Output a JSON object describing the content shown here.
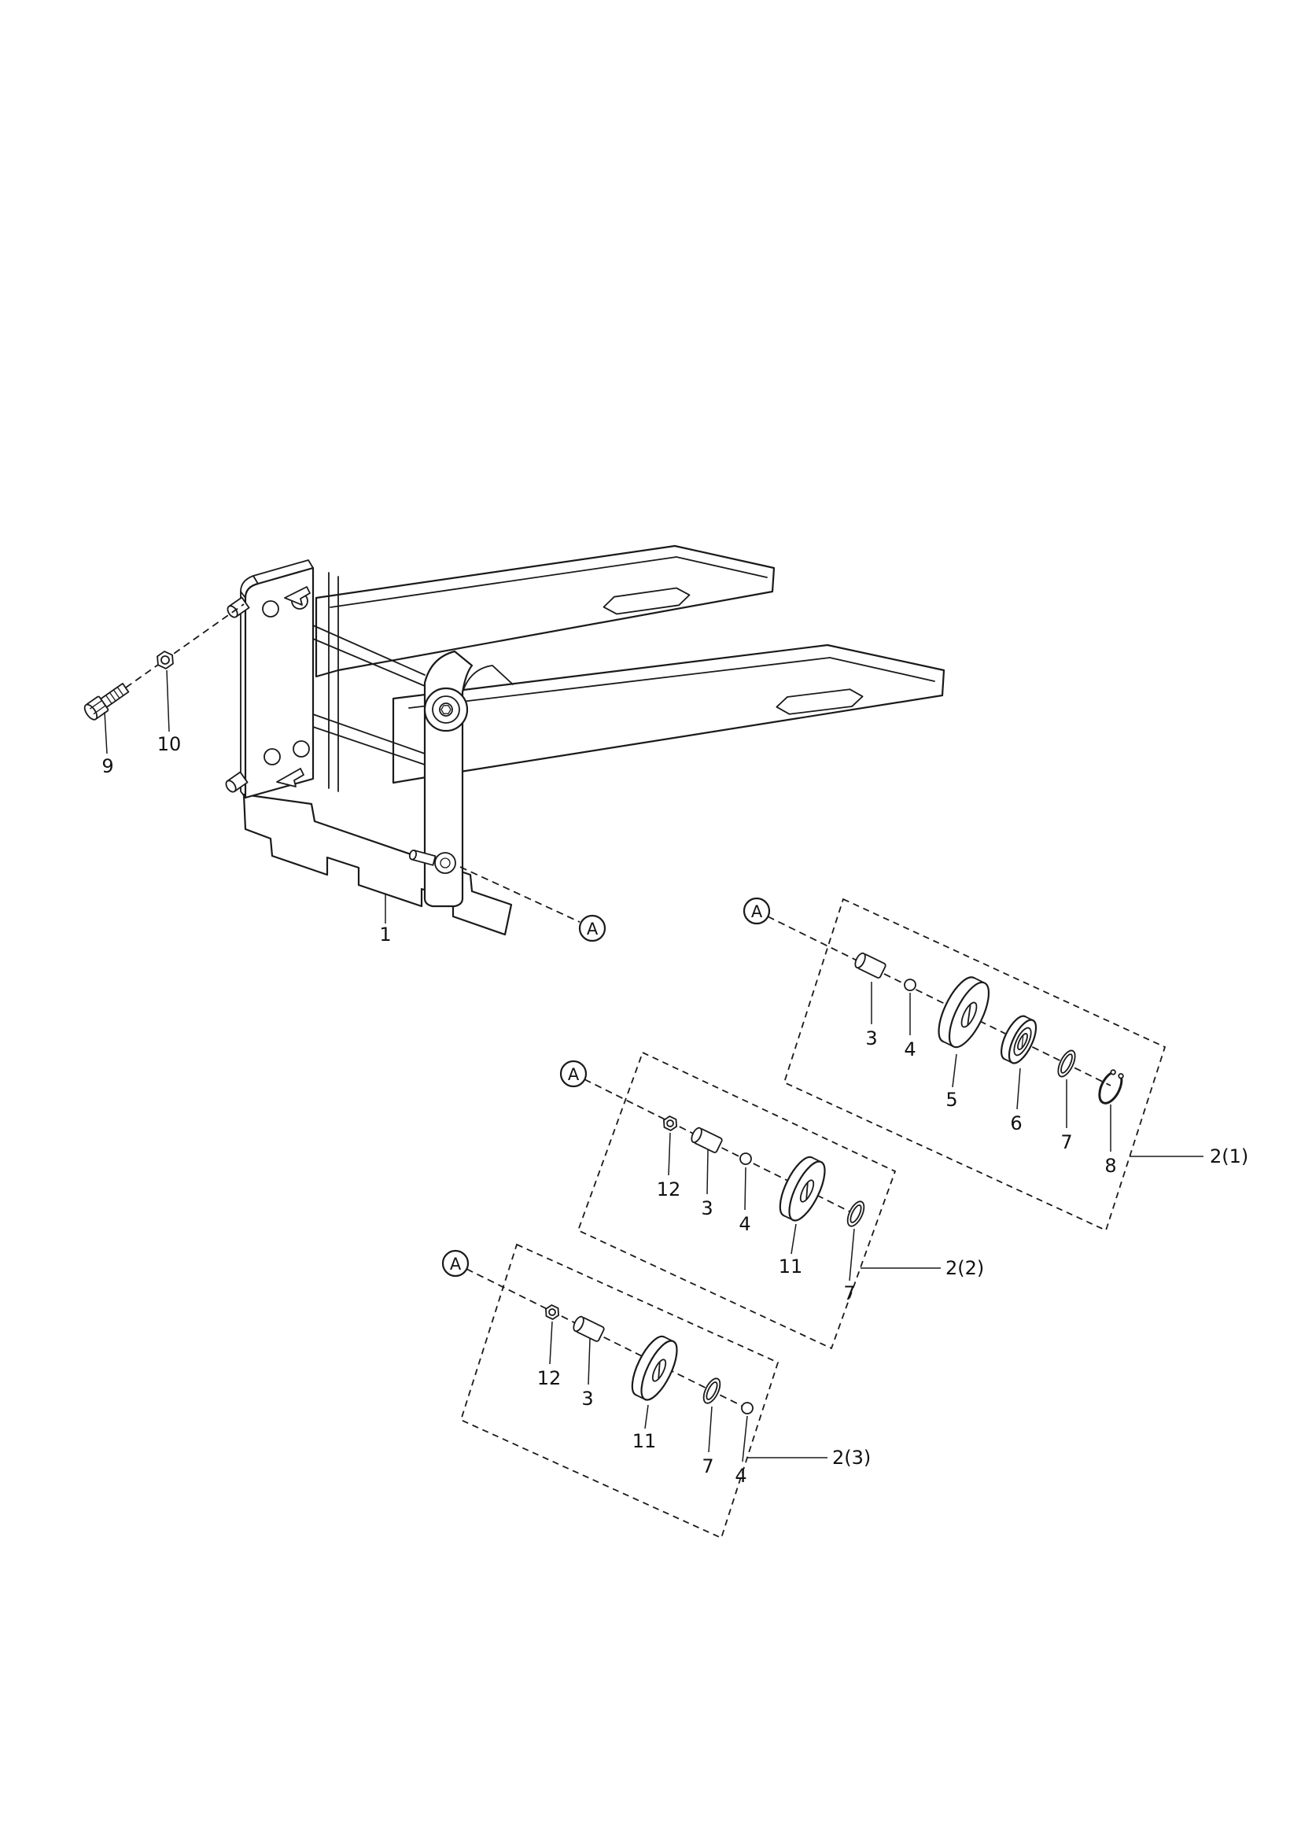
{
  "figure": {
    "background": "#ffffff",
    "line_color": "#1a1a1a",
    "detail_marker": "A"
  },
  "callouts": {
    "assembly": "1",
    "bolt": "9",
    "nut": "10"
  },
  "detail_refs": {
    "main": "A",
    "group1": "A",
    "group2": "A",
    "group3": "A"
  },
  "groups": {
    "group1": {
      "label": "2(1)",
      "parts": {
        "p3": "3",
        "p4": "4",
        "p5": "5",
        "p6": "6",
        "p7": "7",
        "p8": "8"
      }
    },
    "group2": {
      "label": "2(2)",
      "parts": {
        "p12": "12",
        "p3": "3",
        "p4": "4",
        "p11": "11",
        "p7": "7"
      }
    },
    "group3": {
      "label": "2(3)",
      "parts": {
        "p12": "12",
        "p3": "3",
        "p11": "11",
        "p7": "7",
        "p4": "4"
      }
    }
  }
}
